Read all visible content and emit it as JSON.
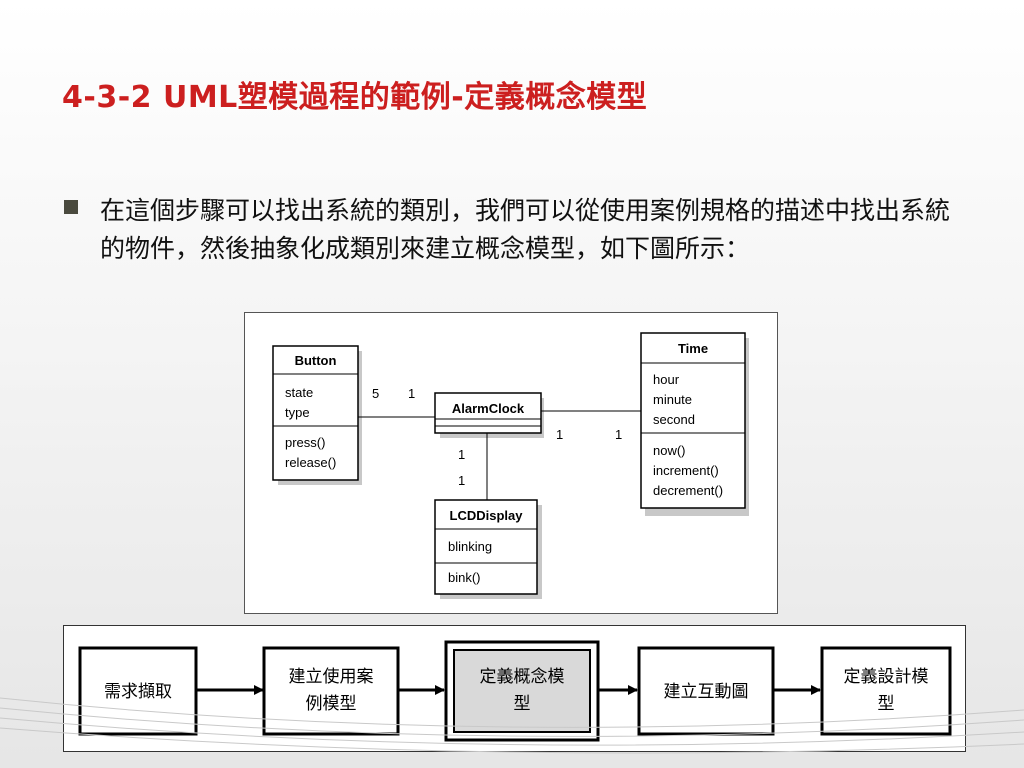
{
  "slide": {
    "title": "4-3-2 UML塑模過程的範例-定義概念模型",
    "bullet": "在這個步驟可以找出系統的類別，我們可以從使用案例規格的描述中找出系統的物件，然後抽象化成類別來建立概念模型，如下圖所示："
  },
  "uml": {
    "classes": {
      "button": {
        "name": "Button",
        "attributes": [
          "state",
          "type"
        ],
        "operations": [
          "press()",
          "release()"
        ]
      },
      "alarmclock": {
        "name": "AlarmClock",
        "attributes": [],
        "operations": []
      },
      "time": {
        "name": "Time",
        "attributes": [
          "hour",
          "minute",
          "second"
        ],
        "operations": [
          "now()",
          "increment()",
          "decrement()"
        ]
      },
      "lcddisplay": {
        "name": "LCDDisplay",
        "attributes": [
          "blinking"
        ],
        "operations": [
          "bink()"
        ]
      }
    },
    "multiplicities": {
      "button_end": "5",
      "alarm_left_end": "1",
      "alarm_right_end": "1",
      "time_end": "1",
      "alarm_bottom_end": "1",
      "lcd_end": "1"
    }
  },
  "flow": {
    "steps": [
      "需求擷取",
      "建立使用案例模型",
      "定義概念模型",
      "建立互動圖",
      "定義設計模型"
    ],
    "highlighted_step": "定義概念模型",
    "colors": {
      "highlight_fill": "#d9d9d9",
      "box_fill": "#ffffff",
      "stroke": "#000000"
    }
  },
  "colors": {
    "title": "#cc1f1f",
    "bullet_marker": "#4a4a3e"
  }
}
